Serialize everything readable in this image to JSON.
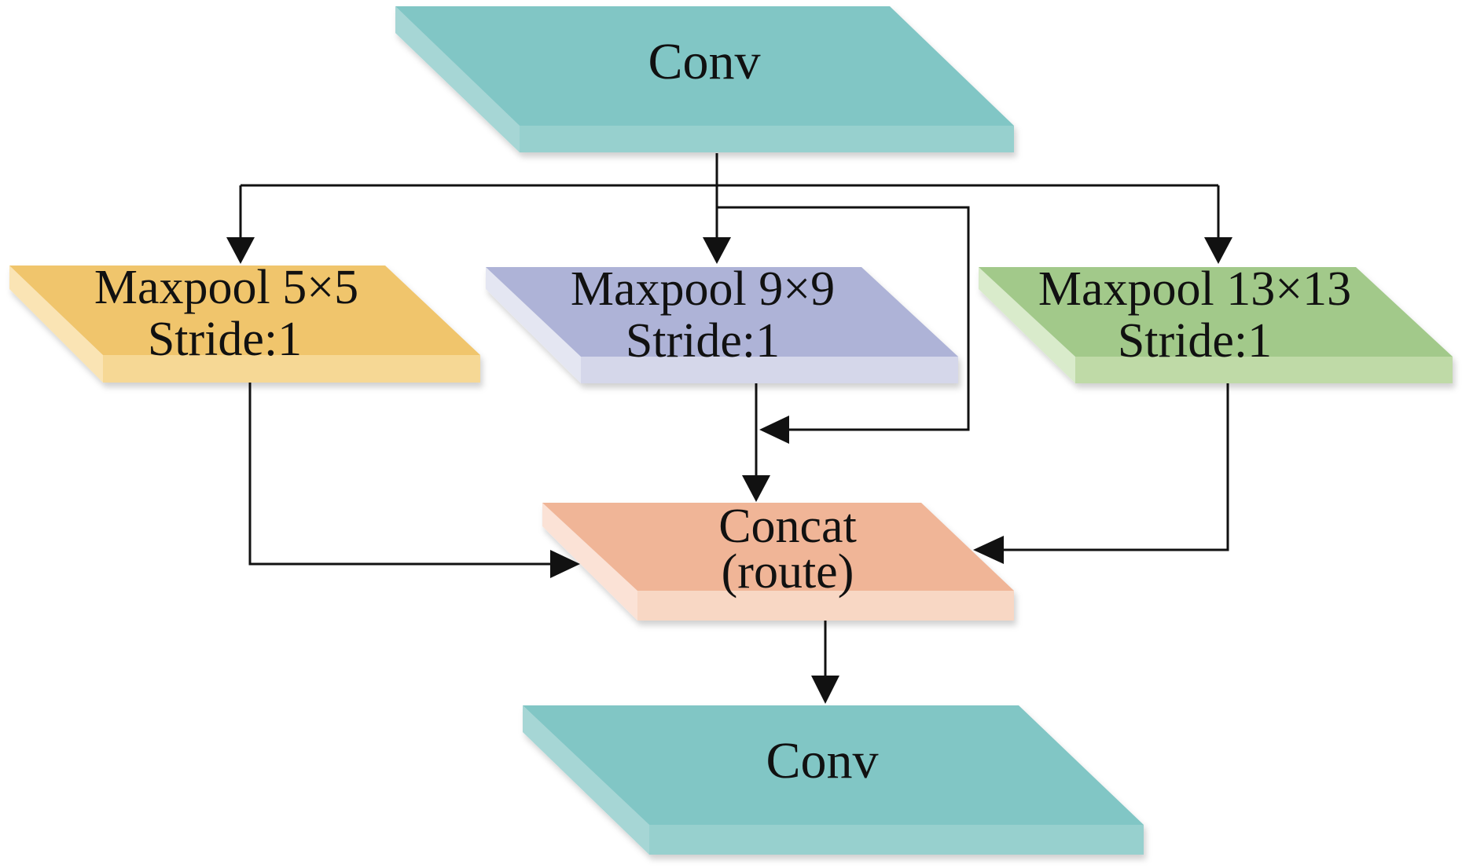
{
  "diagram": {
    "blocks": {
      "conv_top": {
        "line1": "Conv",
        "top_color": "#81C6C5",
        "side_color": "#A6D6D5",
        "front_color": "#97D0CE"
      },
      "maxpool_5": {
        "line1": "Maxpool 5×5",
        "line2": "Stride:1",
        "top_color": "#F0C56C",
        "side_color": "#FAE4B4",
        "front_color": "#F6D895"
      },
      "maxpool_9": {
        "line1": "Maxpool 9×9",
        "line2": "Stride:1",
        "top_color": "#AEB3D7",
        "side_color": "#E4E6F2",
        "front_color": "#D5D7EA"
      },
      "maxpool_13": {
        "line1": "Maxpool 13×13",
        "line2": "Stride:1",
        "top_color": "#A2C98A",
        "side_color": "#D9EBCB",
        "front_color": "#BFDAA7"
      },
      "concat": {
        "line1": "Concat",
        "line2": "(route)",
        "top_color": "#F0B597",
        "side_color": "#FBE2D6",
        "front_color": "#F8D7C4"
      },
      "conv_bottom": {
        "line1": "Conv",
        "top_color": "#81C6C5",
        "side_color": "#A6D6D5",
        "front_color": "#97D0CE"
      }
    },
    "arrow_color": "#111111"
  }
}
